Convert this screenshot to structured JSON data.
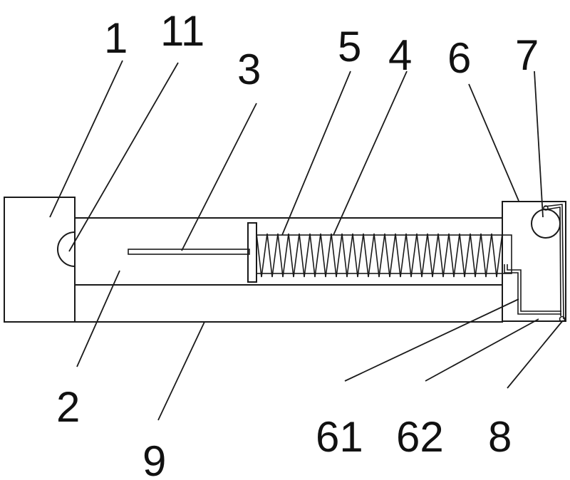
{
  "labels": {
    "l1": "1",
    "l11": "11",
    "l3": "3",
    "l5": "5",
    "l4": "4",
    "l6": "6",
    "l7": "7",
    "l2": "2",
    "l9": "9",
    "l61": "61",
    "l62": "62",
    "l8": "8"
  }
}
